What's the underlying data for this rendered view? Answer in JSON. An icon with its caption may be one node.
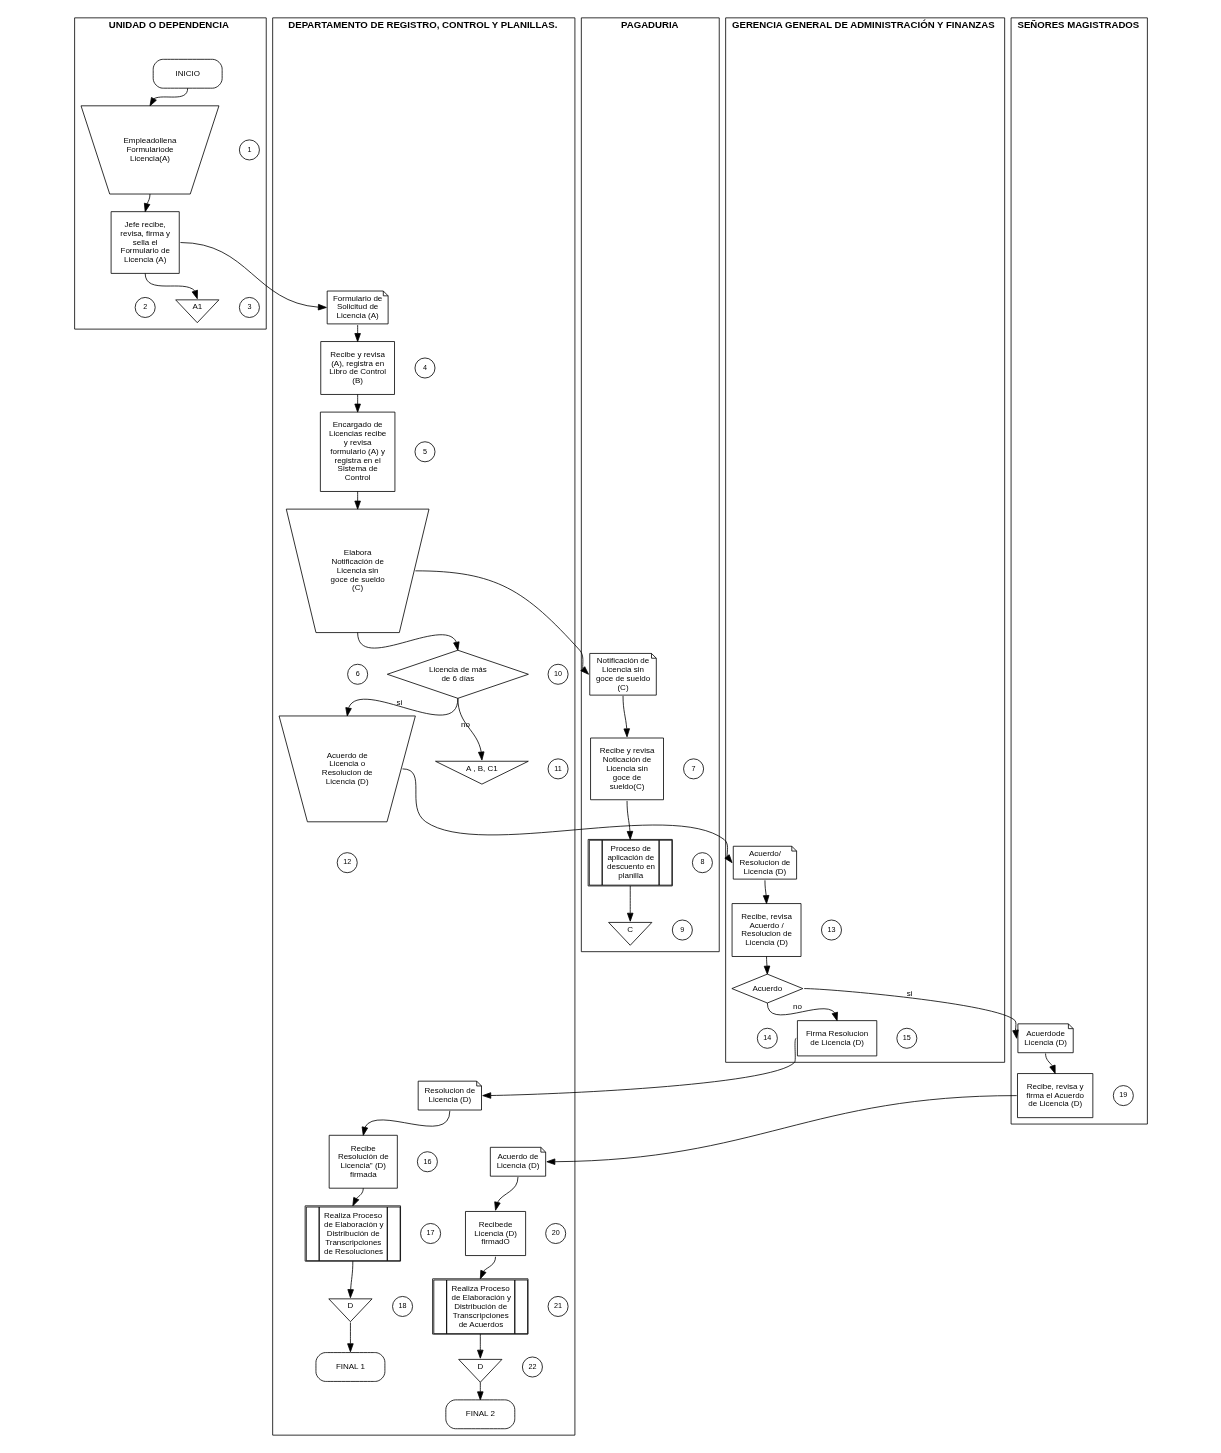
{
  "diagram": {
    "nodes": [
      {
        "text": [
          "UNIDAD O DEPENDENCIA"
        ]
      },
      {
        "text": [
          "DEPARTAMENTO DE REGISTRO, CONTROL Y PLANILLAS."
        ]
      },
      {
        "text": [
          "PAGADURIA"
        ]
      },
      {
        "text": [
          "GERENCIA GENERAL DE ADMINISTRACIÓN Y FINANZAS"
        ]
      },
      {
        "text": [
          "SEÑORES MAGISTRADOS"
        ]
      },
      {
        "text": [
          "INICIO"
        ],
        "in": 0
      },
      {
        "text": [
          "Empleadollena Formulariode Licencia(A)"
        ],
        "in": 0
      },
      {
        "text": [
          "1"
        ],
        "in": 0
      },
      {
        "text": [
          "Jefe recibe, revisa, firma y sella el Formulario de Licencia (A)"
        ],
        "in": 0
      },
      {
        "text": [
          "2"
        ],
        "in": 0
      },
      {
        "text": [
          "A1"
        ],
        "in": 0
      },
      {
        "text": [
          "3"
        ],
        "in": 0
      },
      {
        "text": [
          "Formulario de Solicitud de Licencia (A)"
        ],
        "in": 1
      },
      {
        "text": [
          "Recibe y revisa (A), registra en Libro de Control (B)"
        ],
        "in": 1
      },
      {
        "text": [
          "4"
        ],
        "in": 1
      },
      {
        "text": [
          "Encargado de Licencias recibe y revisa formulario (A) y registra en el Sistema de Control"
        ],
        "in": 1
      },
      {
        "text": [
          "5"
        ],
        "in": 1
      },
      {
        "text": [
          "Elabora Notificación de Licencia sin goce de sueldo (C)"
        ],
        "in": 1
      },
      {
        "text": [
          "6"
        ],
        "in": 1
      },
      {
        "text": [
          "Licencia de más de 6 días"
        ],
        "in": 1
      },
      {
        "text": [
          "10"
        ],
        "in": 1
      },
      {
        "text": [
          "A , B, C1"
        ],
        "in": 1
      },
      {
        "text": [
          "11"
        ],
        "in": 1
      },
      {
        "text": [
          "Acuerdo de Licencia o Resolucion de Licencia (D)"
        ],
        "in": 1
      },
      {
        "text": [
          "12"
        ],
        "in": 1
      },
      {
        "text": [
          "Resolucion de Licencia (D)"
        ],
        "in": 1
      },
      {
        "text": [
          "Recibe Resolución de Licencia\" (D) firmada"
        ],
        "in": 1
      },
      {
        "text": [
          "16"
        ],
        "in": 1
      },
      {
        "text": [
          "Realiza Proceso de Elaboración y Distribución de Transcripciones de Resoluciones"
        ],
        "in": 1
      },
      {
        "text": [
          "17"
        ],
        "in": 1
      },
      {
        "text": [
          "D"
        ],
        "in": 1
      },
      {
        "text": [
          "18"
        ],
        "in": 1
      },
      {
        "text": [
          "FINAL 1"
        ],
        "in": 1
      },
      {
        "text": [
          "Acuerdo de Licencia (D)"
        ],
        "in": 1
      },
      {
        "text": [
          "Recibede Licencia (D) firmadO"
        ],
        "in": 1
      },
      {
        "text": [
          "20"
        ],
        "in": 1
      },
      {
        "text": [
          "Realiza Proceso de Elaboración y Distribución de Transcripciones de Acuerdos"
        ],
        "in": 1
      },
      {
        "text": [
          "21"
        ],
        "in": 1
      },
      {
        "text": [
          "D"
        ],
        "in": 1
      },
      {
        "text": [
          "22"
        ],
        "in": 1
      },
      {
        "text": [
          "FINAL 2"
        ],
        "in": 1
      },
      {
        "text": [
          "Notificación de Licencia sin goce de sueldo (C)"
        ],
        "in": 2
      },
      {
        "text": [
          "Recibe y revisa Noticación de Licencia sin goce de sueldo(C)"
        ],
        "in": 2
      },
      {
        "text": [
          "7"
        ],
        "in": 2
      },
      {
        "text": [
          "Proceso de aplicación de descuento en planilla"
        ],
        "in": 2
      },
      {
        "text": [
          "8"
        ],
        "in": 2
      },
      {
        "text": [
          "C"
        ],
        "in": 2
      },
      {
        "text": [
          "9"
        ],
        "in": 2
      },
      {
        "text": [
          "Acuerdo/ Resolucion de Licencia (D)"
        ],
        "in": 3
      },
      {
        "text": [
          "Recibe, revisa Acuerdo / Resolucion de Licencia (D)"
        ],
        "in": 3
      },
      {
        "text": [
          "13"
        ],
        "in": 3
      },
      {
        "text": [
          "Acuerdo"
        ],
        "in": 3
      },
      {
        "text": [
          "14"
        ],
        "in": 3
      },
      {
        "text": [
          "Firma Resolucion de Licencia (D)"
        ],
        "in": 3
      },
      {
        "text": [
          "15"
        ],
        "in": 3
      },
      {
        "text": [
          "Acuerdode Licencia (D)"
        ],
        "in": 4
      },
      {
        "text": [
          "Recibe, revisa y firma el Acuerdo de Licencia (D)"
        ],
        "in": 4
      },
      {
        "text": [
          "19"
        ],
        "in": 4
      }
    ],
    "edges": [
      {
        "from": 5,
        "to": 6,
        "arrow": "to"
      },
      {
        "from": 6,
        "to": 8,
        "arrow": "to"
      },
      {
        "from": 8,
        "to": 12,
        "arrow": "to"
      },
      {
        "from": 8,
        "to": 10,
        "arrow": "to"
      },
      {
        "from": 12,
        "to": 13,
        "arrow": "to"
      },
      {
        "from": 13,
        "to": 15,
        "arrow": "to"
      },
      {
        "from": 15,
        "to": 17,
        "arrow": "to"
      },
      {
        "from": 17,
        "to": 41,
        "arrow": "to"
      },
      {
        "from": 17,
        "to": 19,
        "arrow": "to"
      },
      {
        "from": 19,
        "to": 21,
        "arrow": "to",
        "label": "no"
      },
      {
        "from": 19,
        "to": 23,
        "arrow": "to",
        "label": "si"
      },
      {
        "from": 23,
        "to": 48,
        "arrow": "to"
      },
      {
        "from": 41,
        "to": 42,
        "arrow": "to"
      },
      {
        "from": 42,
        "to": 44,
        "arrow": "to"
      },
      {
        "from": 44,
        "to": 46,
        "arrow": "to"
      },
      {
        "from": 48,
        "to": 49,
        "arrow": "to"
      },
      {
        "from": 49,
        "to": 51,
        "arrow": "to"
      },
      {
        "from": 51,
        "to": 55,
        "arrow": "to",
        "label": "si"
      },
      {
        "from": 51,
        "to": 53,
        "arrow": "to",
        "label": "no"
      },
      {
        "from": 53,
        "to": 25,
        "arrow": "to"
      },
      {
        "from": 55,
        "to": 56,
        "arrow": "to"
      },
      {
        "from": 56,
        "to": 33,
        "arrow": "to"
      },
      {
        "from": 25,
        "to": 26,
        "arrow": "to"
      },
      {
        "from": 26,
        "to": 28,
        "arrow": "to"
      },
      {
        "from": 28,
        "to": 30,
        "arrow": "to"
      },
      {
        "from": 30,
        "to": 32,
        "arrow": "to"
      },
      {
        "from": 33,
        "to": 34,
        "arrow": "to"
      },
      {
        "from": 34,
        "to": 36,
        "arrow": "to"
      },
      {
        "from": 36,
        "to": 38,
        "arrow": "to"
      },
      {
        "from": 38,
        "to": 40,
        "arrow": "to"
      }
    ]
  }
}
